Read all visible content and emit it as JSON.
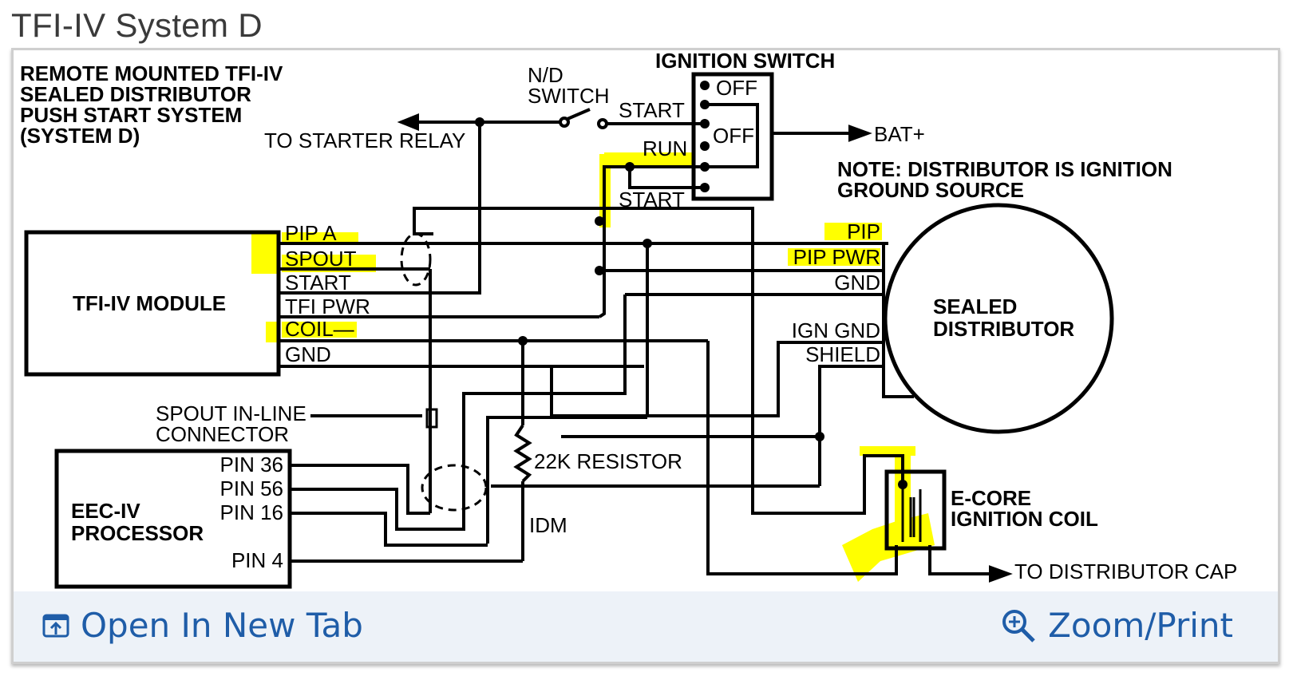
{
  "page": {
    "title": "TFI-IV System D"
  },
  "diagram": {
    "heading": [
      "REMOTE MOUNTED TFI-IV",
      "SEALED DISTRIBUTOR",
      "PUSH START SYSTEM",
      "(SYSTEM D)"
    ],
    "ignition_switch": {
      "title": "IGNITION SWITCH",
      "positions": [
        "OFF",
        "OFF"
      ],
      "left_labels": [
        "START",
        "RUN",
        "START"
      ]
    },
    "nd_switch": [
      "N/D",
      "SWITCH"
    ],
    "to_starter_relay": "TO STARTER RELAY",
    "bat_plus": "BAT+",
    "note": [
      "NOTE: DISTRIBUTOR IS IGNITION",
      "GROUND SOURCE"
    ],
    "tfi_module": {
      "label": "TFI-IV MODULE",
      "pins": [
        "PIP A",
        "SPOUT",
        "START",
        "TFI PWR",
        "COIL—",
        "GND"
      ]
    },
    "distributor": {
      "label": [
        "SEALED",
        "DISTRIBUTOR"
      ],
      "pins": [
        "PIP",
        "PIP PWR",
        "GND",
        "IGN GND",
        "SHIELD"
      ]
    },
    "spout_connector": [
      "SPOUT IN-LINE",
      "CONNECTOR"
    ],
    "eec": {
      "label": [
        "EEC-IV",
        "PROCESSOR"
      ],
      "pins": [
        "PIN 36",
        "PIN 56",
        "PIN 16",
        "PIN 4"
      ]
    },
    "resistor": "22K RESISTOR",
    "idm": "IDM",
    "coil": [
      "E-CORE",
      "IGNITION COIL"
    ],
    "to_distributor_cap": "TO DISTRIBUTOR CAP",
    "highlight_color": "#ffff00"
  },
  "footer": {
    "open_new_tab": "Open In New Tab",
    "zoom_print": "Zoom/Print",
    "link_color": "#1f5da8"
  }
}
